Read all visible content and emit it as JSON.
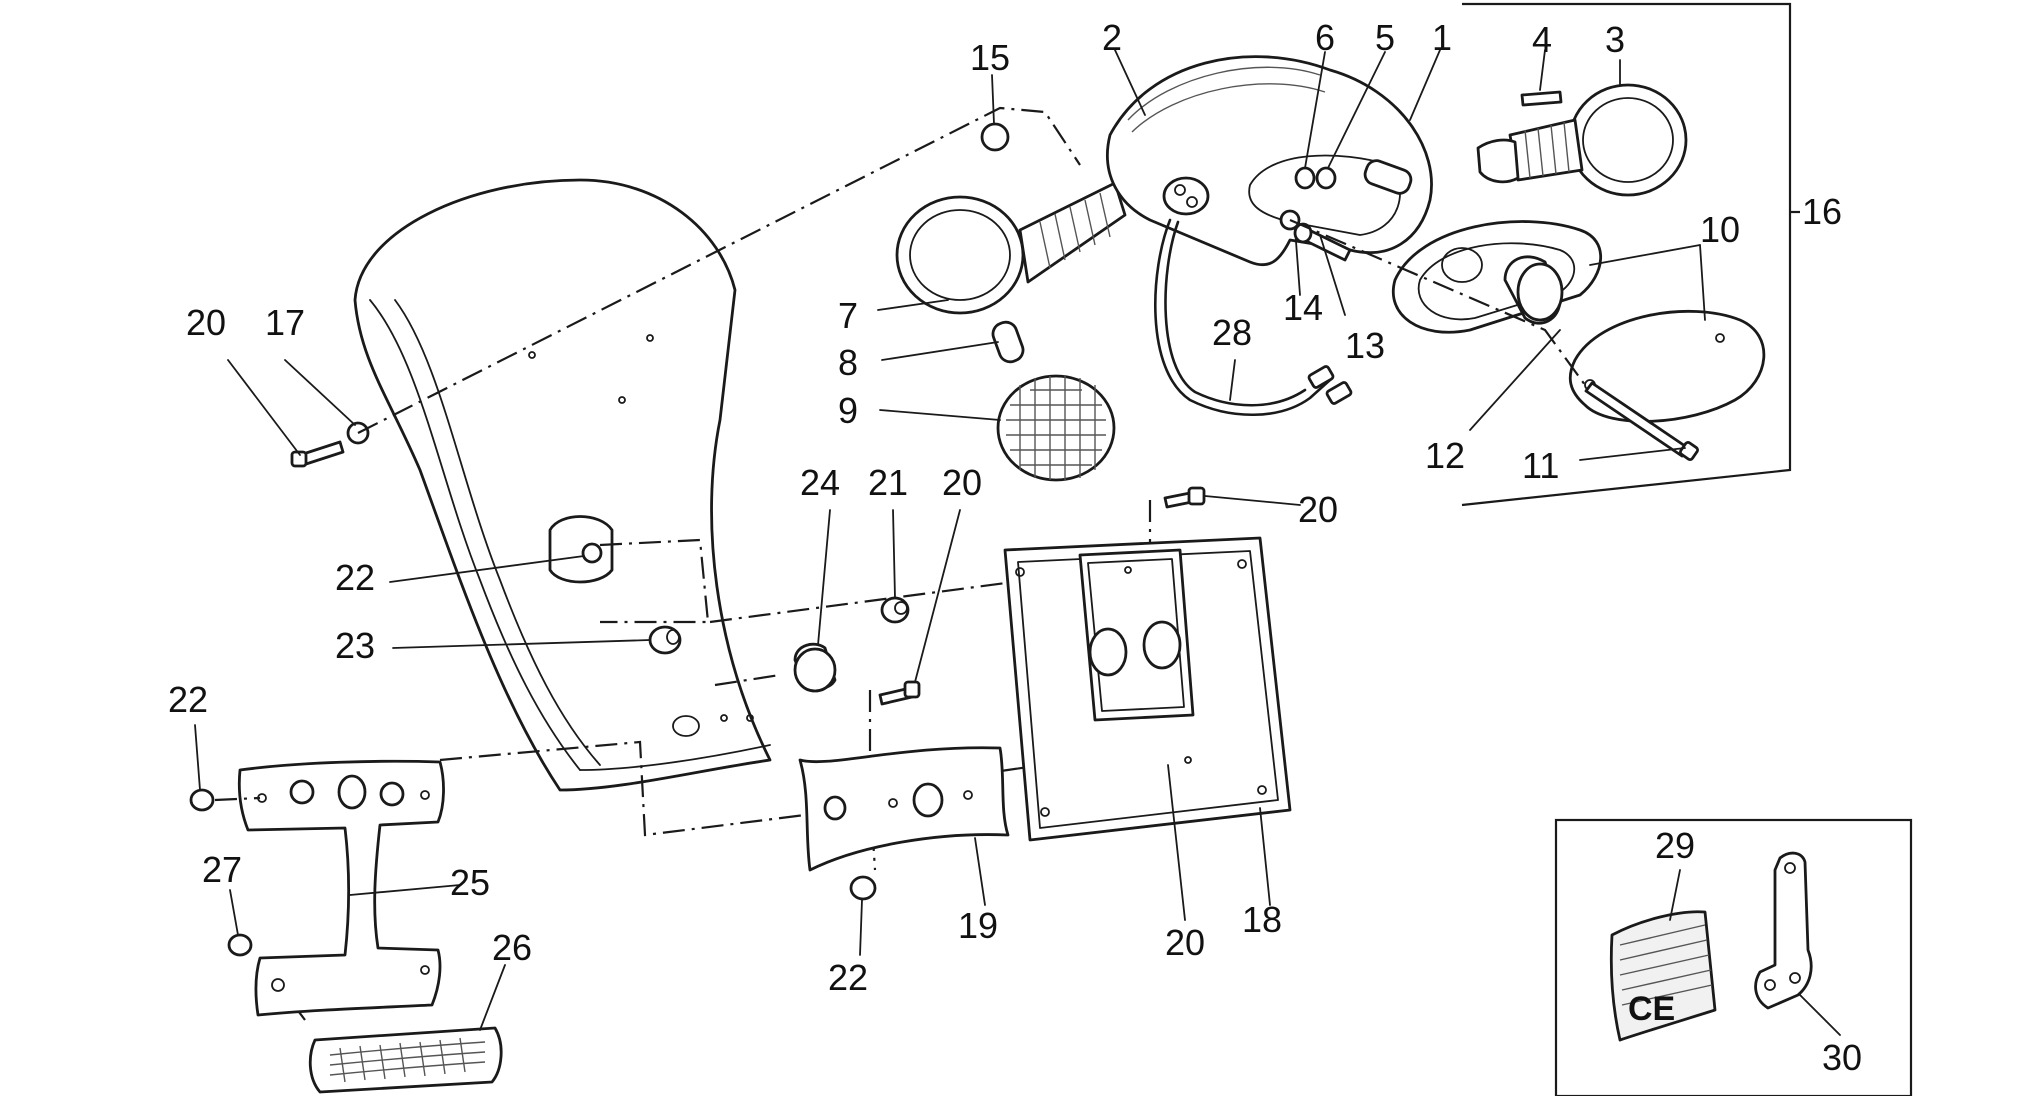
{
  "callouts": {
    "c1": "1",
    "c2": "2",
    "c3": "3",
    "c4": "4",
    "c5": "5",
    "c6": "6",
    "c7": "7",
    "c8": "8",
    "c9": "9",
    "c10": "10",
    "c11": "11",
    "c12": "12",
    "c13": "13",
    "c14": "14",
    "c15": "15",
    "c16": "16",
    "c17": "17",
    "c18": "18",
    "c19": "19",
    "c20a": "20",
    "c20b": "20",
    "c20c": "20",
    "c20d": "20",
    "c21": "21",
    "c22a": "22",
    "c22b": "22",
    "c22c": "22",
    "c23": "23",
    "c24": "24",
    "c25": "25",
    "c26": "26",
    "c27": "27",
    "c28": "28",
    "c29": "29",
    "c30": "30"
  },
  "reflector_mark": "CE"
}
